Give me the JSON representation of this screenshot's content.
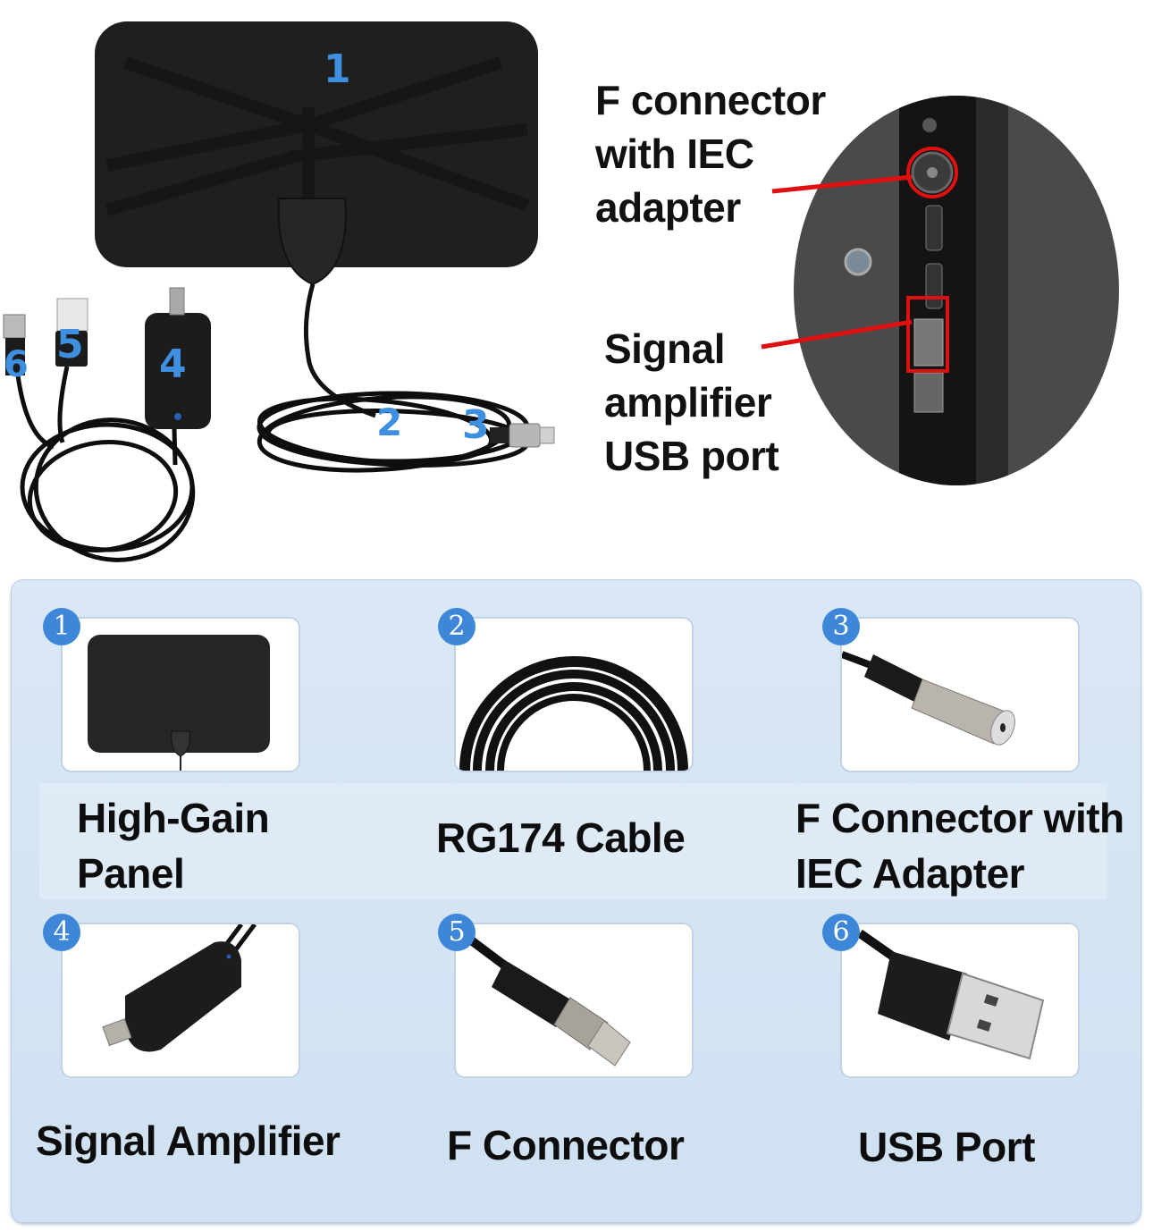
{
  "top_diagram": {
    "part_numbers": [
      "1",
      "2",
      "3",
      "4",
      "5",
      "6"
    ],
    "callouts": {
      "f_connector": [
        "F connector",
        "with IEC",
        "adapter"
      ],
      "usb_port": [
        "Signal",
        "amplifier",
        "USB port"
      ]
    },
    "highlight_color": "#e01010",
    "number_color": "#3f8fe0"
  },
  "components": [
    {
      "number": "1",
      "label_lines": [
        "High-Gain",
        "Panel"
      ],
      "icon": "antenna-panel-icon"
    },
    {
      "number": "2",
      "label_lines": [
        "RG174 Cable"
      ],
      "icon": "coiled-cable-icon"
    },
    {
      "number": "3",
      "label_lines": [
        "F Connector with",
        "IEC Adapter"
      ],
      "icon": "iec-adapter-icon"
    },
    {
      "number": "4",
      "label_lines": [
        "Signal Amplifier"
      ],
      "icon": "signal-amplifier-icon"
    },
    {
      "number": "5",
      "label_lines": [
        "F Connector"
      ],
      "icon": "f-connector-icon"
    },
    {
      "number": "6",
      "label_lines": [
        "USB Port"
      ],
      "icon": "usb-plug-icon"
    }
  ],
  "colors": {
    "panel_bg": "#d6e5f4",
    "badge": "#3d86d8"
  }
}
